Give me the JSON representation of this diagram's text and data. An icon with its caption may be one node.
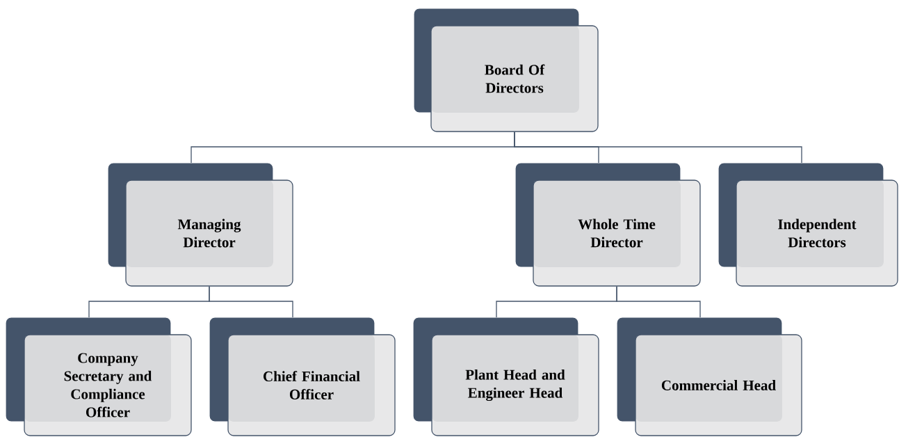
{
  "diagram": {
    "nodes": [
      {
        "text": [
          "Board Of Directors"
        ]
      },
      {
        "text": [
          "Managing Director"
        ]
      },
      {
        "text": [
          "Whole Time Director"
        ]
      },
      {
        "text": [
          "Independent Directors"
        ]
      },
      {
        "text": [
          "Company Secretary and Compliance Officer"
        ]
      },
      {
        "text": [
          "Chief Financial Officer"
        ]
      },
      {
        "text": [
          "Plant Head and Engineer Head"
        ]
      },
      {
        "text": [
          "Commercial Head"
        ]
      }
    ],
    "edges": [
      {
        "from": 0,
        "to": 1,
        "arrow": "none"
      },
      {
        "from": 0,
        "to": 2,
        "arrow": "none"
      },
      {
        "from": 0,
        "to": 3,
        "arrow": "none"
      },
      {
        "from": 1,
        "to": 4,
        "arrow": "none"
      },
      {
        "from": 1,
        "to": 5,
        "arrow": "none"
      },
      {
        "from": 2,
        "to": 6,
        "arrow": "none"
      },
      {
        "from": 2,
        "to": 7,
        "arrow": "none"
      }
    ]
  }
}
